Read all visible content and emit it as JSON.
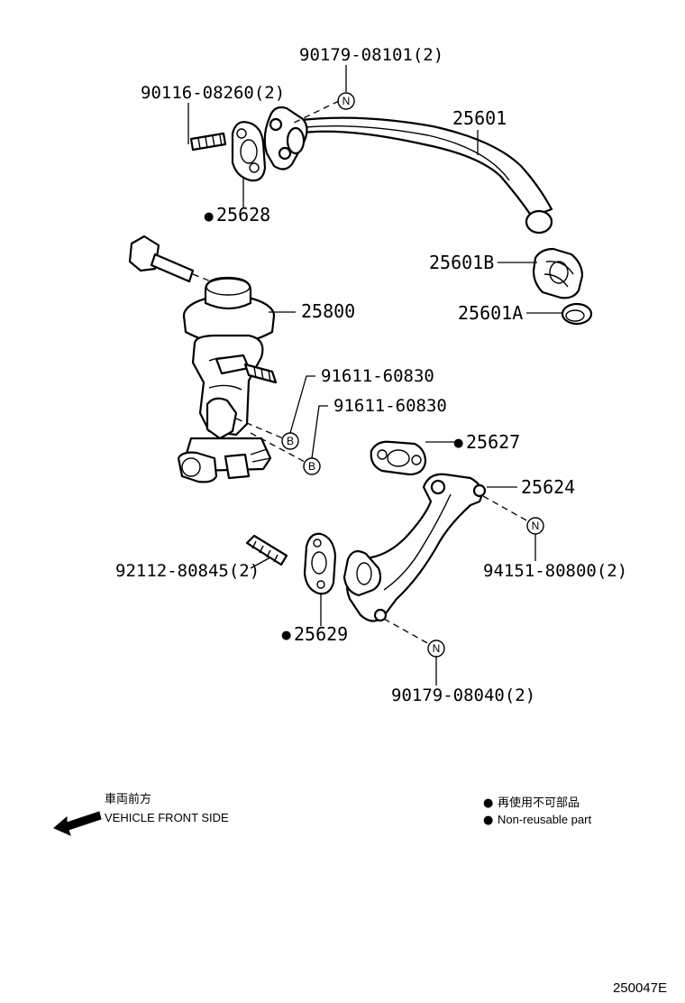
{
  "labels": {
    "p90179_08101": "90179-08101(2)",
    "p90116_08260": "90116-08260(2)",
    "p25601": "25601",
    "p25628": "25628",
    "p25601B": "25601B",
    "p25800": "25800",
    "p25601A": "25601A",
    "p91611_60830_a": "91611-60830",
    "p91611_60830_b": "91611-60830",
    "p25627": "25627",
    "p25624": "25624",
    "p92112_80845": "92112-80845(2)",
    "p94151_80800": "94151-80800(2)",
    "p25629": "25629",
    "p90179_08040": "90179-08040(2)"
  },
  "markers": {
    "n": "N",
    "b": "B"
  },
  "legend": {
    "front_jp": "車両前方",
    "front_en": "VEHICLE FRONT SIDE",
    "nonreuse_jp": "再使用不可部品",
    "nonreuse_en": "Non-reusable part",
    "bullet": "●"
  },
  "diagram_code": "250047E"
}
